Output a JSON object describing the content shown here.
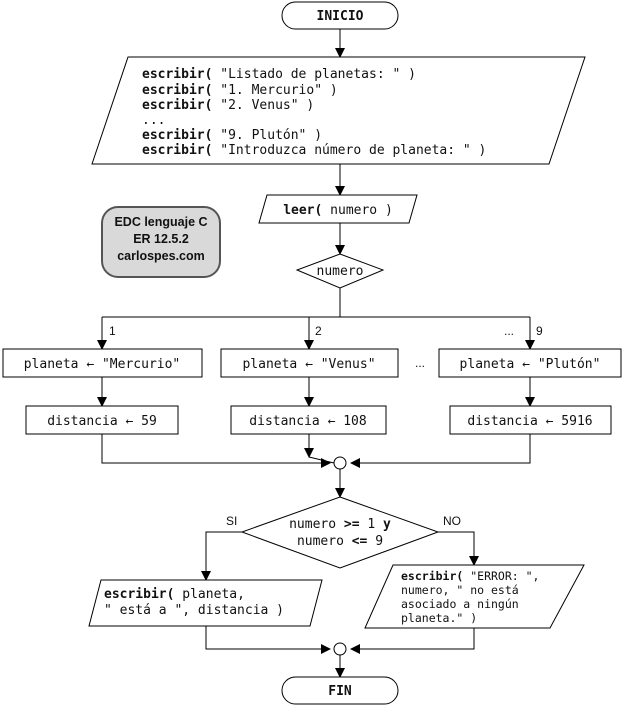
{
  "terminals": {
    "start": "INICIO",
    "end": "FIN"
  },
  "badge": {
    "line1": "EDC lenguaje C",
    "line2": "ER 12.5.2",
    "line3": "carlospes.com"
  },
  "output_block": {
    "keyword": "escribir(",
    "lines": [
      {
        "kw": "escribir(",
        "rest": " \"Listado de planetas: \" )"
      },
      {
        "kw": "escribir(",
        "rest": " \"1. Mercurio\" )"
      },
      {
        "kw": "escribir(",
        "rest": " \"2. Venus\" )"
      },
      {
        "kw": "",
        "rest": "..."
      },
      {
        "kw": "escribir(",
        "rest": " \"9. Plutón\" )"
      },
      {
        "kw": "escribir(",
        "rest": " \"Introduzca número de planeta: \" )"
      }
    ]
  },
  "input_block": {
    "kw": "leer(",
    "rest": " numero )"
  },
  "switch": {
    "label": "numero",
    "cases": [
      {
        "label": "1",
        "assign1": "planeta ← \"Mercurio\"",
        "assign2": "distancia ← 59"
      },
      {
        "label": "2",
        "assign1": "planeta ← \"Venus\"",
        "assign2": "distancia ← 108"
      },
      {
        "label": "9",
        "assign1": "planeta ← \"Plutón\"",
        "assign2": "distancia ← 5916"
      }
    ],
    "ellipsis_top": "...",
    "ellipsis_mid": "..."
  },
  "decision": {
    "line1_a": "numero ",
    "line1_op": ">=",
    "line1_b": " 1 ",
    "line1_and": "y",
    "line2_a": "numero ",
    "line2_op": "<=",
    "line2_b": " 9",
    "yes": "SI",
    "no": "NO"
  },
  "output_yes": {
    "kw": "escribir(",
    "line1_rest": " planeta,",
    "line2": "\" está a \", distancia )"
  },
  "output_no": {
    "kw": "escribir(",
    "line1_rest": " \"ERROR: \",",
    "line2": "numero, \" no está",
    "line3": "asociado a ningún",
    "line4": "planeta.\" )"
  }
}
